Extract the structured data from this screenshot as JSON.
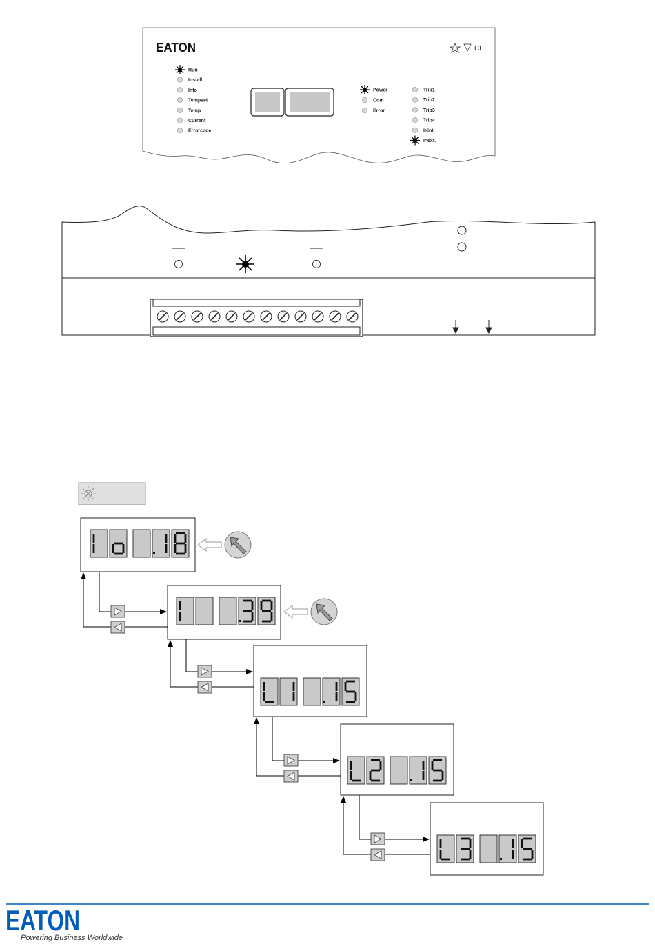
{
  "brand": {
    "logo_text": "EATON",
    "tagline": "Powering Business Worldwide",
    "accent": "#005eb8"
  },
  "front_panel": {
    "left_leds": [
      {
        "label": "Run",
        "state": "on"
      },
      {
        "label": "Install",
        "state": "off"
      },
      {
        "label": "Info",
        "state": "off"
      },
      {
        "label": "Tempset",
        "state": "off"
      },
      {
        "label": "Temp",
        "state": "off"
      },
      {
        "label": "Current",
        "state": "off"
      },
      {
        "label": "Errorcode",
        "state": "off"
      }
    ],
    "center_leds": [
      {
        "label": "Power",
        "state": "on"
      },
      {
        "label": "Com",
        "state": "off"
      },
      {
        "label": "Error",
        "state": "off"
      }
    ],
    "right_leds": [
      {
        "label": "Trip1",
        "state": "off"
      },
      {
        "label": "Trip2",
        "state": "off"
      },
      {
        "label": "Trip3",
        "state": "off"
      },
      {
        "label": "Trip4",
        "state": "off"
      },
      {
        "label": "I>int.",
        "state": "off"
      },
      {
        "label": "I>ext.",
        "state": "on"
      }
    ],
    "cert_icons": [
      "star-icon",
      "triangle-icon",
      "ce-mark-icon"
    ]
  },
  "terminal_block": {
    "terminal_count": 12
  },
  "sequence": {
    "led_legend_icon": "blinking-led-icon",
    "displays": [
      {
        "digits": [
          "I",
          "o",
          "",
          "1.",
          "8"
        ]
      },
      {
        "digits": [
          "I",
          "",
          "",
          "3.",
          "9"
        ]
      },
      {
        "digits": [
          "L",
          "1",
          "",
          "1.",
          "5"
        ]
      },
      {
        "digits": [
          "L",
          "2",
          "",
          "1.",
          "5"
        ]
      },
      {
        "digits": [
          "L",
          "3",
          "",
          "1.",
          "5"
        ]
      }
    ]
  }
}
